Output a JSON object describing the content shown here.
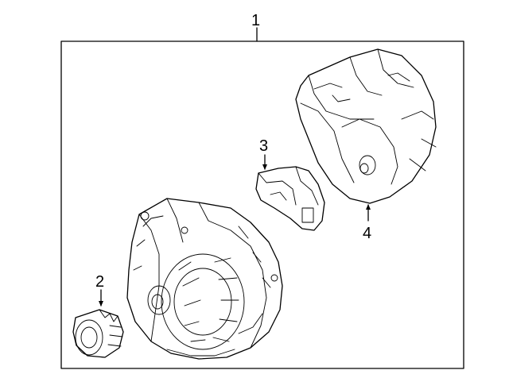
{
  "callouts": {
    "assembly": "1",
    "pulley": "2",
    "regulator": "3",
    "cover": "4"
  },
  "parts": [
    {
      "callout": "1",
      "icon": "alternator-assembly-icon"
    },
    {
      "callout": "2",
      "icon": "pulley-icon"
    },
    {
      "callout": "3",
      "icon": "voltage-regulator-icon"
    },
    {
      "callout": "4",
      "icon": "rear-cover-icon"
    }
  ],
  "colors": {
    "line": "#000000",
    "background": "#ffffff"
  }
}
